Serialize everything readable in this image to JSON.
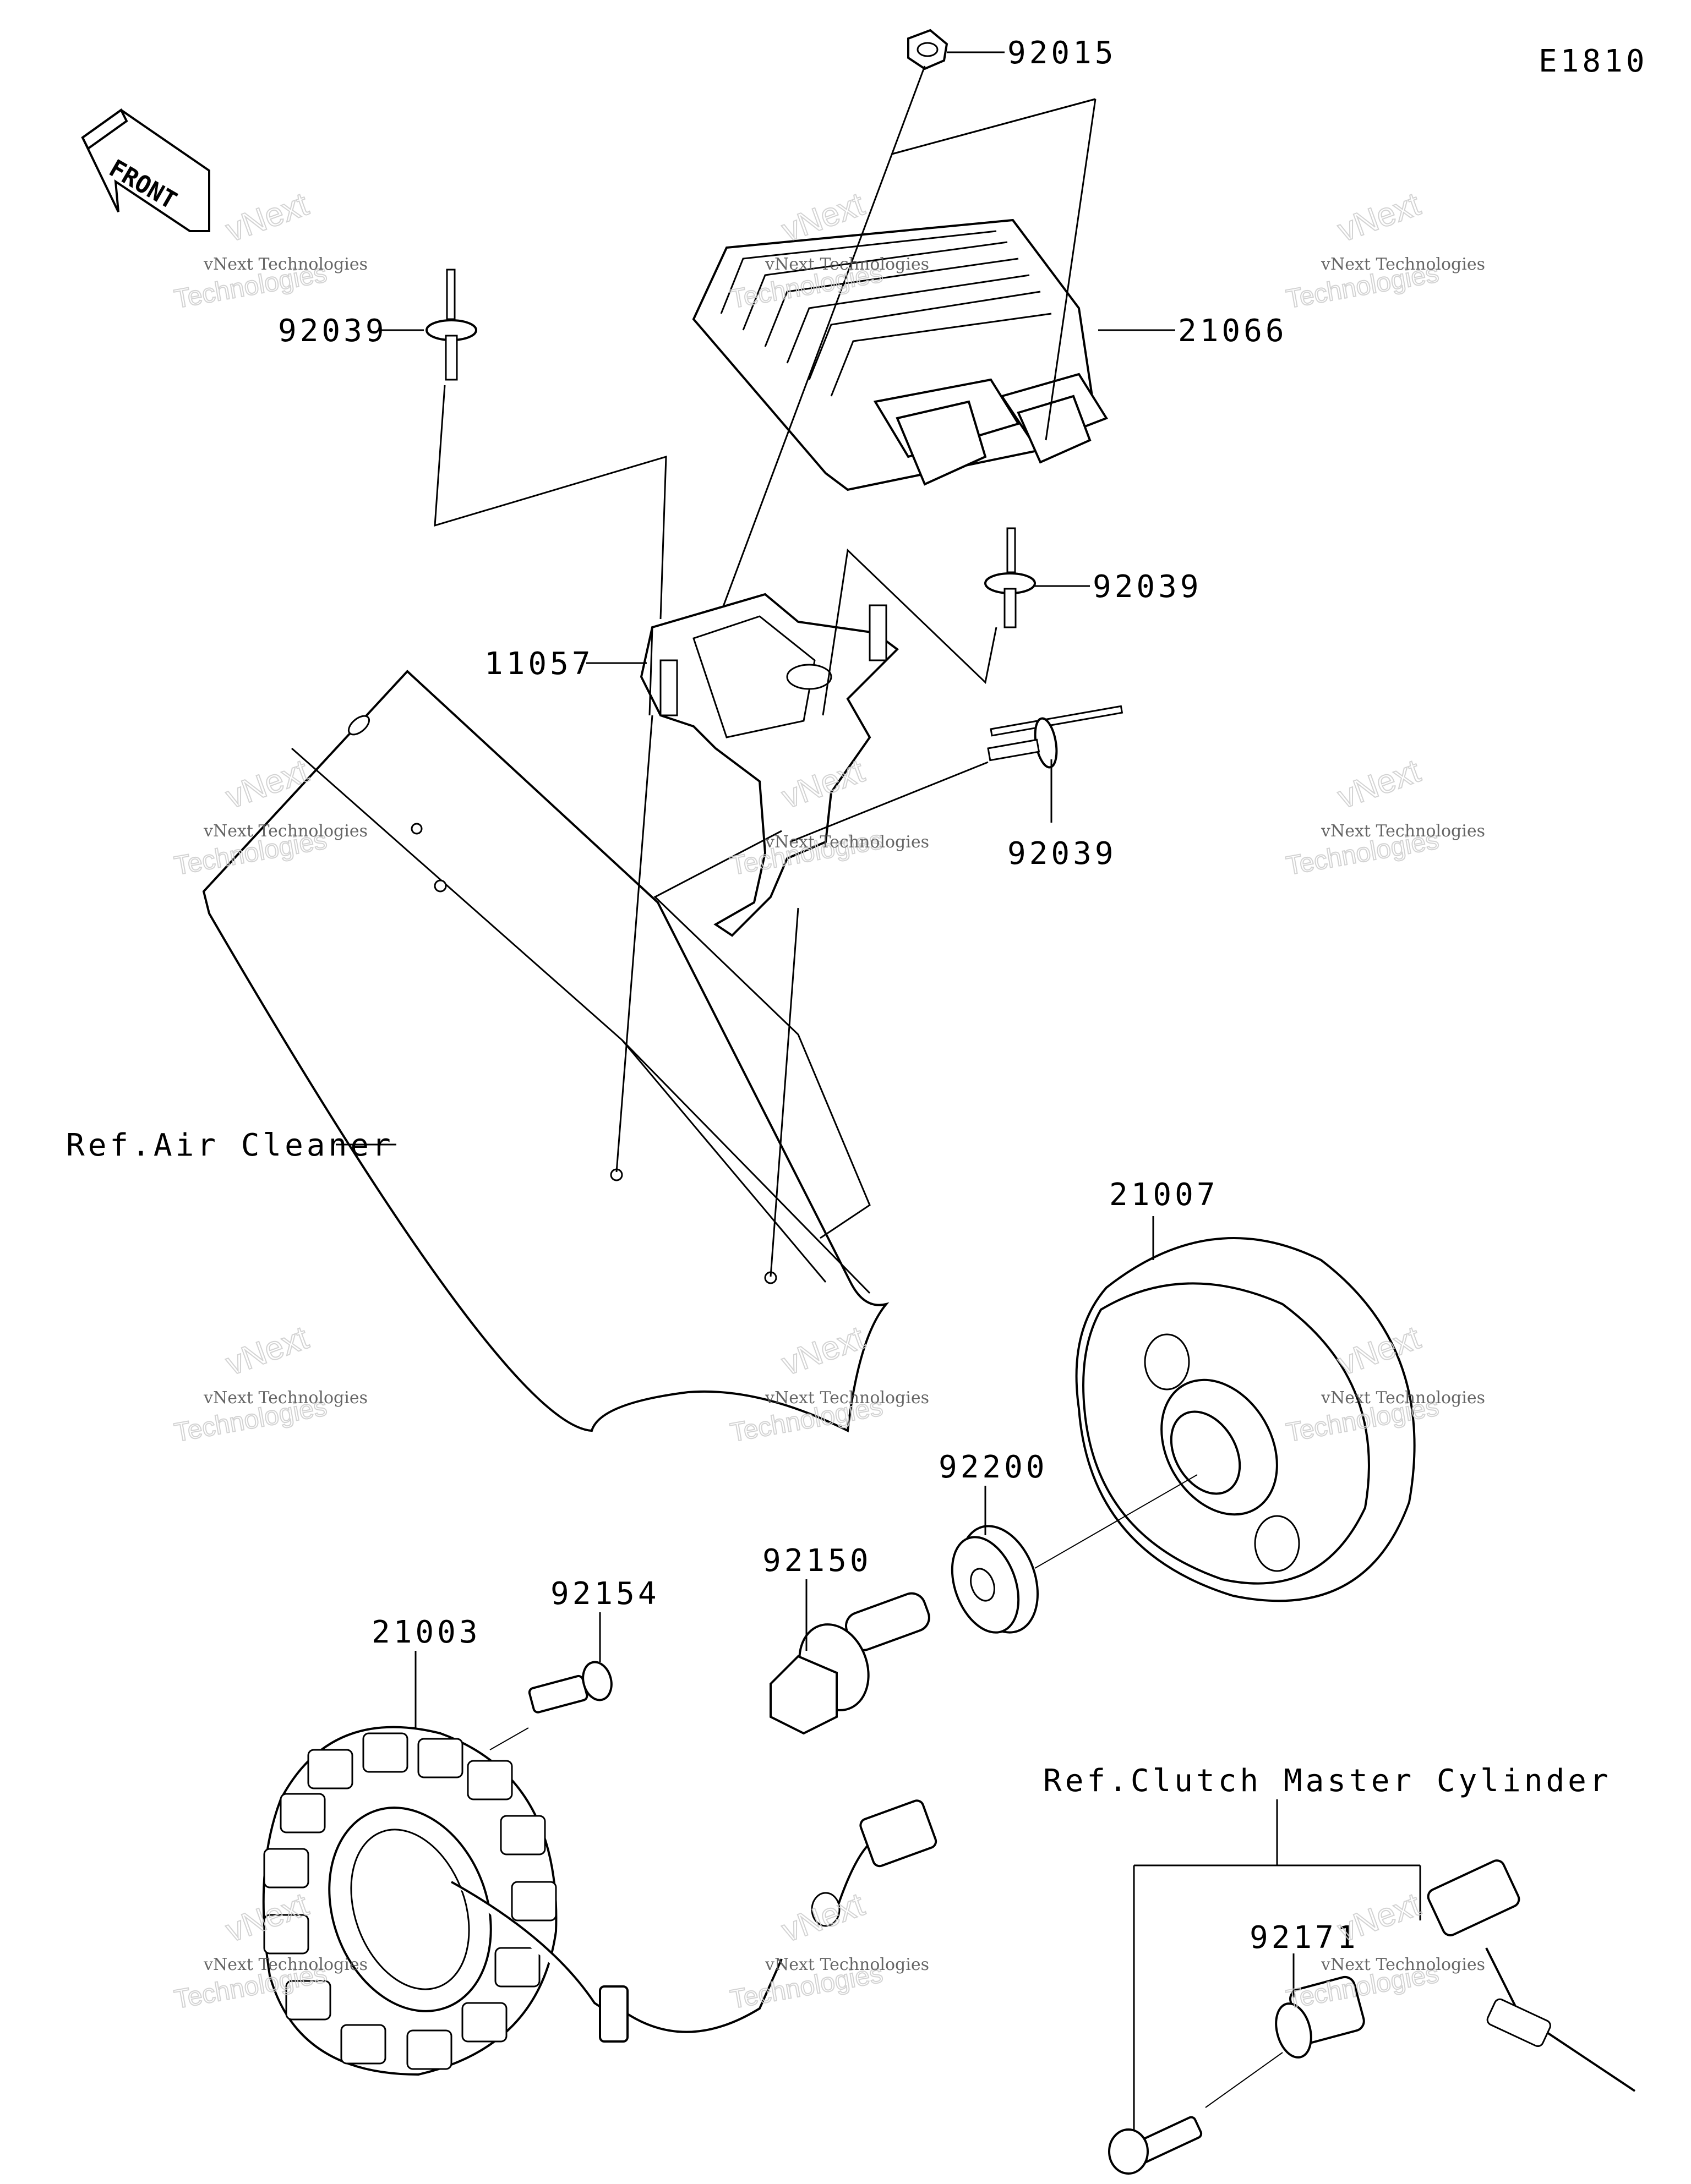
{
  "diagram_code": "E1810",
  "front_label": "FRONT",
  "labels": {
    "p92015": "92015",
    "p21066": "21066",
    "p92039_left": "92039",
    "p92039_right": "92039",
    "p92039_lower": "92039",
    "p11057": "11057",
    "ref_air_cleaner": "Ref.Air Cleaner",
    "p21007": "21007",
    "p92200": "92200",
    "p92150": "92150",
    "p92154": "92154",
    "p21003": "21003",
    "ref_clutch": "Ref.Clutch Master Cylinder",
    "p92171": "92171"
  },
  "watermark": {
    "line1": "vNext Technologies",
    "line2": "vNext",
    "line3": "Technologies"
  }
}
